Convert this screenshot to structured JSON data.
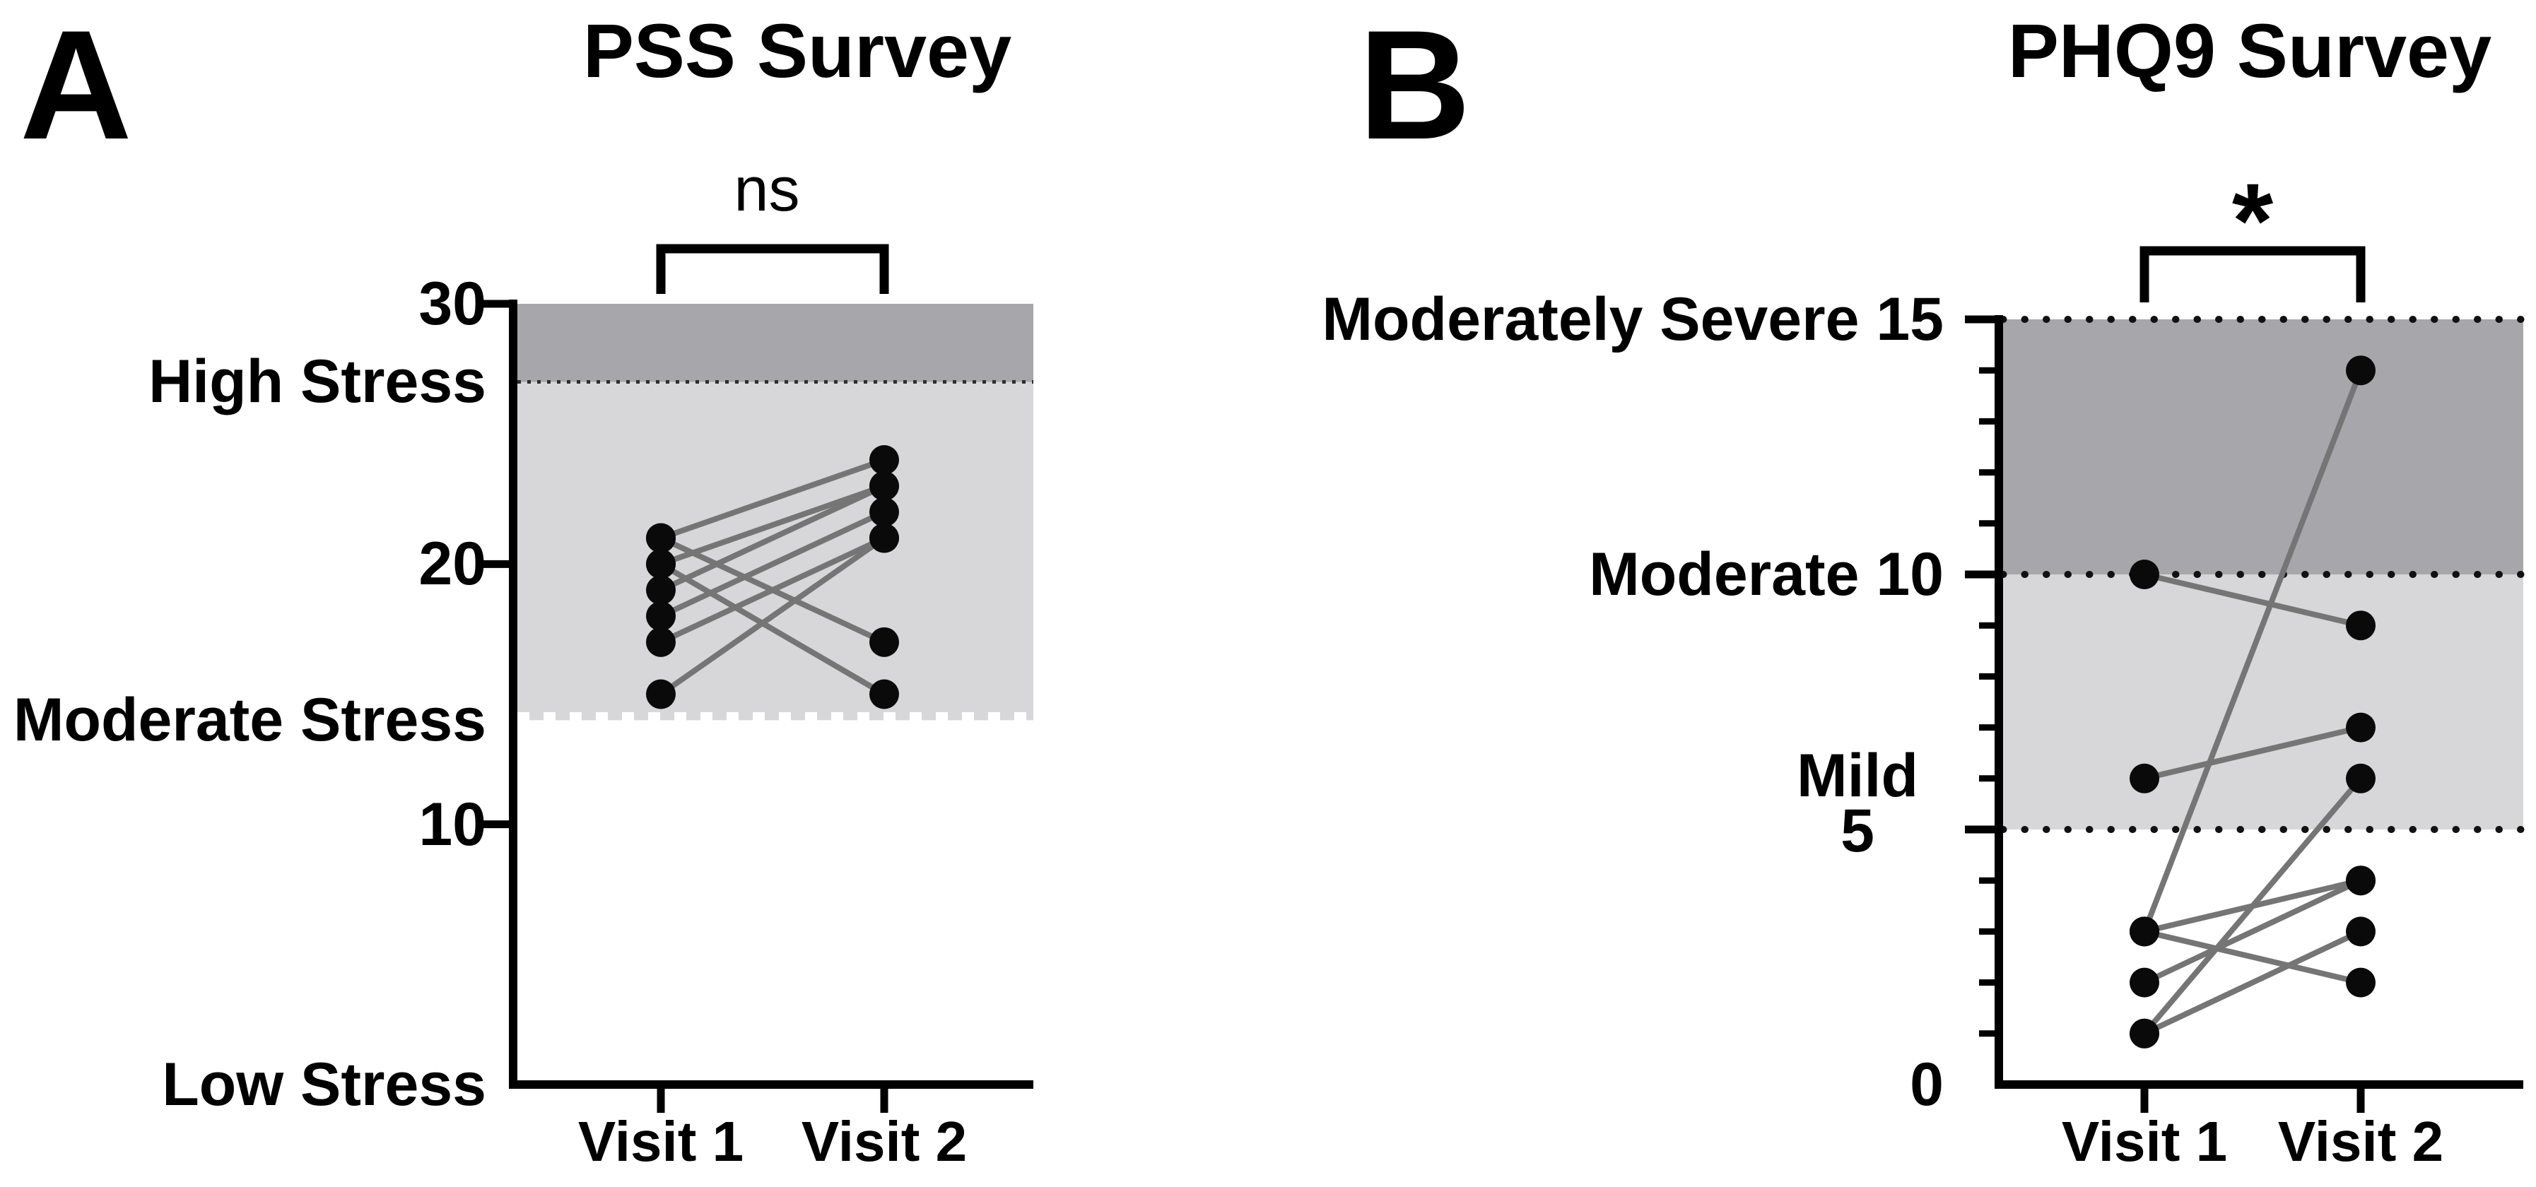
{
  "colors": {
    "background": "#ffffff",
    "band_dark": "#a7a7ab",
    "band_light": "#d7d7d9",
    "pair_line": "#757575",
    "data_dot": "#0a0a0a",
    "axis": "#000000",
    "fine_dotted_line": "#2e2e2e",
    "white_dash_boundary": "#ffffff",
    "round_dotted_line": "#111111"
  },
  "chart_data": [
    {
      "type": "line",
      "subtype": "paired-before-after-scatter",
      "panel_label": "A",
      "title": "PSS Survey",
      "significance": "ns",
      "x_categories": [
        "Visit 1",
        "Visit 2"
      ],
      "ylim": [
        0,
        30
      ],
      "yticks": [
        {
          "value": 30,
          "label": "30"
        },
        {
          "value": 20,
          "label": "20"
        },
        {
          "value": 10,
          "label": "10"
        },
        {
          "value": 0,
          "label": "Low Stress"
        }
      ],
      "zone_labels": [
        {
          "value": 27,
          "label": "High Stress"
        },
        {
          "value": 14,
          "label": "Moderate Stress"
        }
      ],
      "bands": [
        {
          "from": 27,
          "to": 30,
          "shade": "dark"
        },
        {
          "from": 14,
          "to": 27,
          "shade": "light"
        }
      ],
      "dotted_lines": [
        {
          "value": 27,
          "style": "fine-dark"
        },
        {
          "value": 14,
          "style": "dash-white"
        }
      ],
      "minor_tick_step": null,
      "n_pairs": 8,
      "series": [
        {
          "name": "Visit 1",
          "values": [
            21,
            20,
            19,
            18,
            17,
            15,
            21,
            20
          ]
        },
        {
          "name": "Visit 2",
          "values": [
            24,
            23,
            23,
            22,
            21,
            21,
            17,
            15
          ]
        }
      ],
      "pairs": [
        [
          21,
          24
        ],
        [
          20,
          23
        ],
        [
          19,
          23
        ],
        [
          18,
          22
        ],
        [
          17,
          21
        ],
        [
          15,
          21
        ],
        [
          21,
          17
        ],
        [
          20,
          15
        ]
      ]
    },
    {
      "type": "line",
      "subtype": "paired-before-after-scatter",
      "panel_label": "B",
      "title": "PHQ9 Survey",
      "significance": "*",
      "x_categories": [
        "Visit 1",
        "Visit 2"
      ],
      "ylim": [
        0,
        15
      ],
      "yticks": [
        {
          "value": 15,
          "label": "Moderately Severe 15"
        },
        {
          "value": 10,
          "label": "Moderate 10"
        },
        {
          "value": 5,
          "label": "5"
        },
        {
          "value": 0,
          "label": "0"
        }
      ],
      "zone_labels": [
        {
          "value": 6.1,
          "label": "Mild"
        }
      ],
      "bands": [
        {
          "from": 10,
          "to": 15,
          "shade": "dark"
        },
        {
          "from": 5,
          "to": 10,
          "shade": "light"
        }
      ],
      "dotted_lines": [
        {
          "value": 15,
          "style": "round-dot"
        },
        {
          "value": 10,
          "style": "round-dot"
        },
        {
          "value": 5,
          "style": "round-dot"
        }
      ],
      "minor_tick_step": 1,
      "n_pairs": 8,
      "series": [
        {
          "name": "Visit 1",
          "values": [
            10,
            6,
            3,
            3,
            3,
            2,
            1,
            1
          ]
        },
        {
          "name": "Visit 2",
          "values": [
            9,
            7,
            14,
            4,
            2,
            4,
            6,
            3
          ]
        }
      ],
      "pairs": [
        [
          10,
          9
        ],
        [
          6,
          7
        ],
        [
          3,
          14
        ],
        [
          3,
          4
        ],
        [
          3,
          2
        ],
        [
          2,
          4
        ],
        [
          1,
          6
        ],
        [
          1,
          3
        ]
      ]
    }
  ]
}
